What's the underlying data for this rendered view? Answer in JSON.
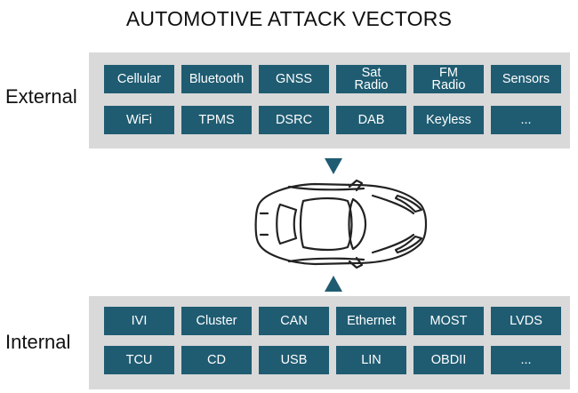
{
  "title": "AUTOMOTIVE ATTACK VECTORS",
  "external": {
    "label": "External",
    "items": [
      {
        "label": "Cellular"
      },
      {
        "label": "Bluetooth"
      },
      {
        "label": "GNSS"
      },
      {
        "label": "Sat\nRadio"
      },
      {
        "label": "FM\nRadio"
      },
      {
        "label": "Sensors"
      },
      {
        "label": "WiFi"
      },
      {
        "label": "TPMS"
      },
      {
        "label": "DSRC"
      },
      {
        "label": "DAB"
      },
      {
        "label": "Keyless"
      },
      {
        "label": "..."
      }
    ]
  },
  "internal": {
    "label": "Internal",
    "items": [
      {
        "label": "IVI"
      },
      {
        "label": "Cluster"
      },
      {
        "label": "CAN"
      },
      {
        "label": "Ethernet"
      },
      {
        "label": "MOST"
      },
      {
        "label": "LVDS"
      },
      {
        "label": "TCU"
      },
      {
        "label": "CD"
      },
      {
        "label": "USB"
      },
      {
        "label": "LIN"
      },
      {
        "label": "OBDII"
      },
      {
        "label": "..."
      }
    ]
  },
  "colors": {
    "tile": "#1f5c72",
    "panel": "#d9d9d9",
    "arrow": "#1f5c72"
  },
  "icons": {
    "car": "car-top-view-icon",
    "arrow_down": "triangle-down-icon",
    "arrow_up": "triangle-up-icon"
  }
}
